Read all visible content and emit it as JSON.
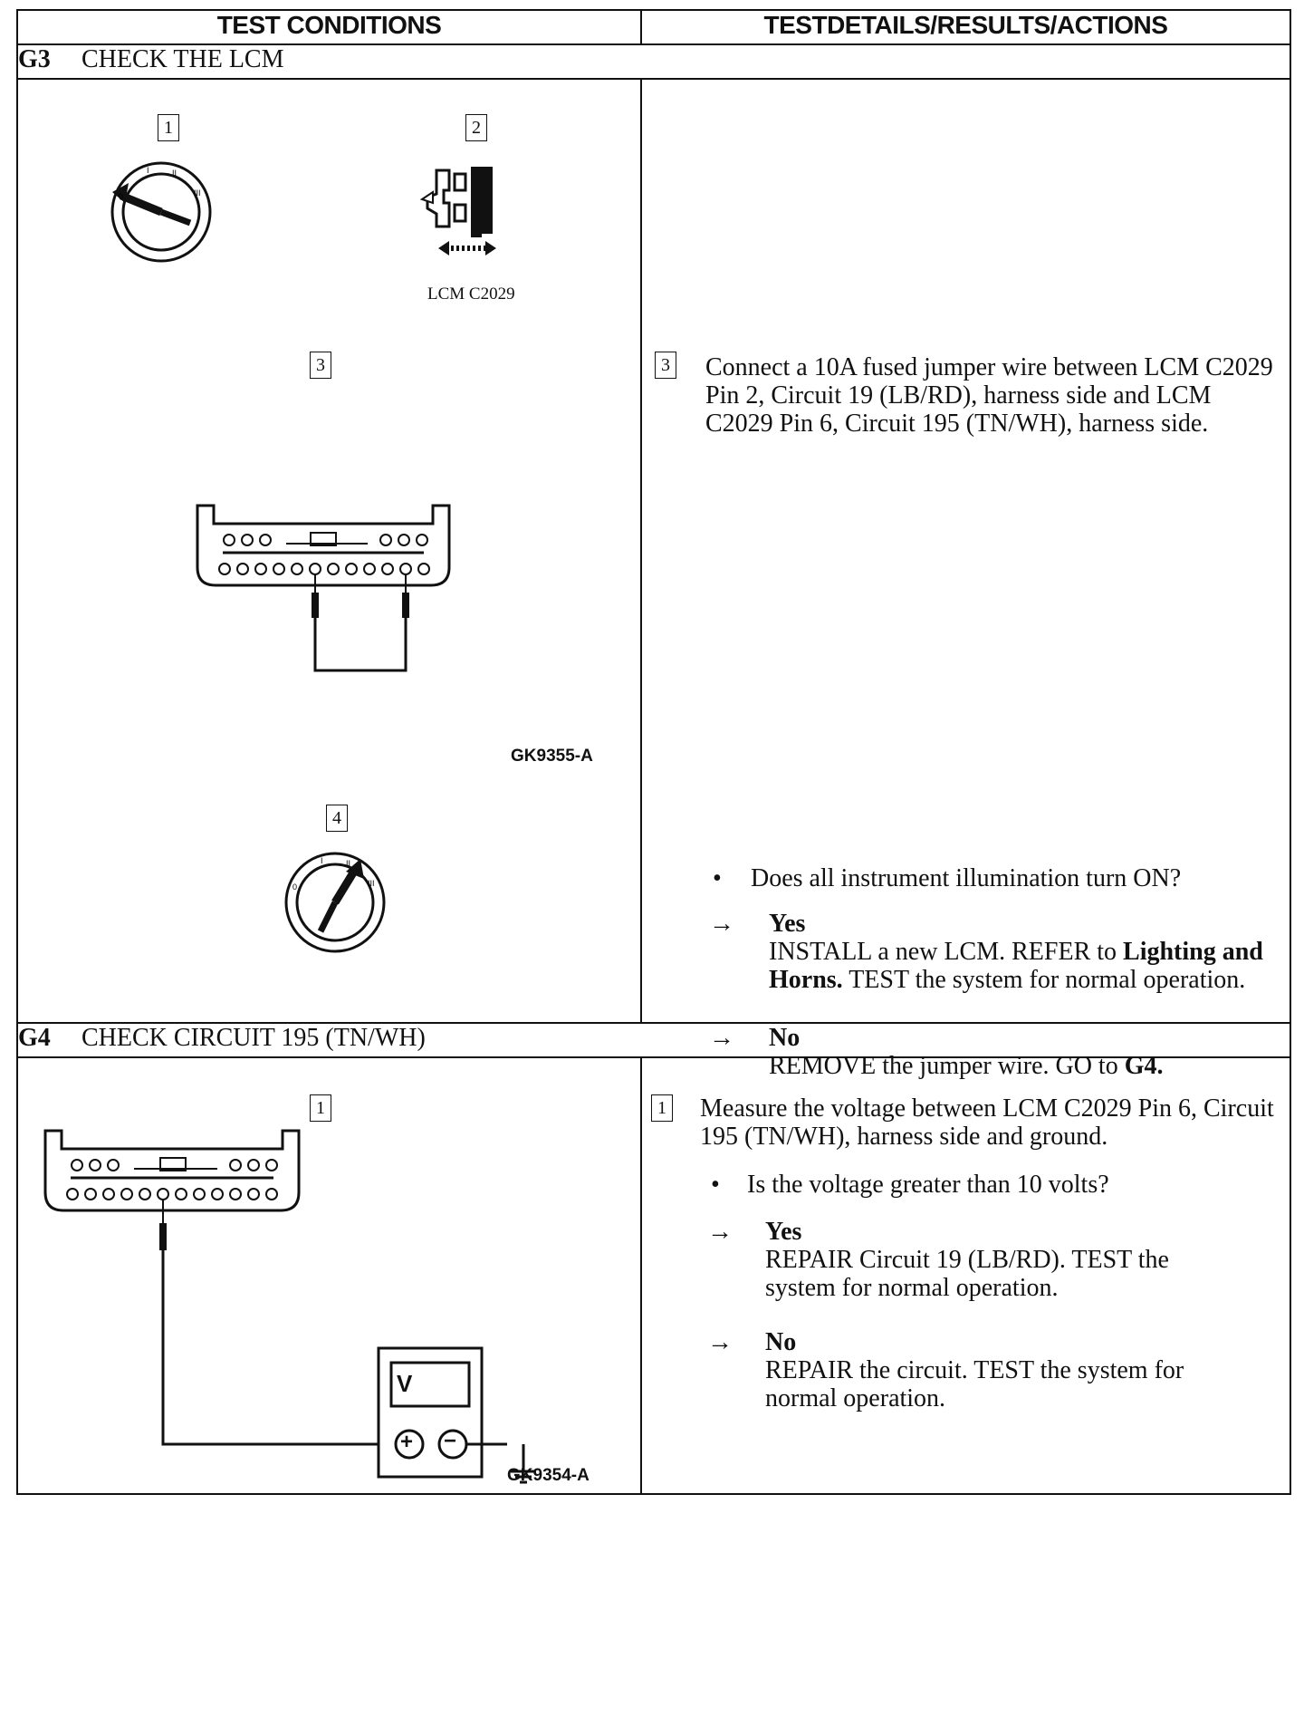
{
  "headers": {
    "left": "TEST CONDITIONS",
    "right": "TESTDETAILS/RESULTS/ACTIONS"
  },
  "g3": {
    "id": "G3",
    "title": "CHECK THE LCM",
    "steps": {
      "s1": "1",
      "s2": "2",
      "s3": "3",
      "s4": "4"
    },
    "connector_label": "LCM C2029",
    "figure_id": "GK9355-A",
    "step3_text": "Connect a 10A fused jumper wire between LCM C2029 Pin 2, Circuit 19 (LB/RD), harness side and LCM C2029 Pin 6, Circuit 195 (TN/WH), harness side.",
    "question": "Does all instrument illumination turn ON?",
    "yes_label": "Yes",
    "yes_text_1": "INSTALL a new LCM. REFER to",
    "yes_bold": "Lighting and Horns.",
    "yes_text_2": "TEST the system for normal operation.",
    "no_label": "No",
    "no_text": "REMOVE the jumper wire. GO to",
    "no_bold": "G4."
  },
  "g4": {
    "id": "G4",
    "title": "CHECK CIRCUIT 195 (TN/WH)",
    "step": "1",
    "meter_label": "V",
    "figure_id": "GK9354-A",
    "step_text": "Measure the voltage between LCM C2029 Pin 6, Circuit 195 (TN/WH), harness side and ground.",
    "question": "Is the voltage greater than 10 volts?",
    "yes_label": "Yes",
    "yes_text": "REPAIR Circuit 19 (LB/RD). TEST the system for normal operation.",
    "no_label": "No",
    "no_text": "REPAIR the circuit. TEST the system for normal operation."
  },
  "symbols": {
    "bullet": "•",
    "arrow": "→",
    "plus": "+",
    "minus": "−"
  }
}
